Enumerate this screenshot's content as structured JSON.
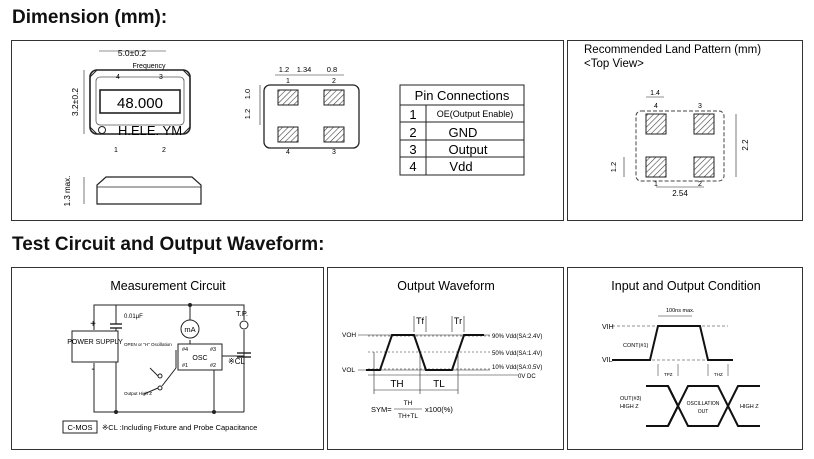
{
  "headings": {
    "dimension": "Dimension (mm):",
    "test": "Test Circuit and Output Waveform:"
  },
  "dimension_panel": {
    "package": {
      "width": "5.0±0.2",
      "height": "3.2±0.2",
      "frequency_label": "Frequency",
      "frequency": "48.000",
      "brand": "H.ELE. YM",
      "pin_top_left": "4",
      "pin_top_right": "3",
      "pin_bottom_left": "1",
      "pin_bottom_right": "2",
      "side_height": "1.3 max."
    },
    "bottom_view": {
      "pad_w": "1.2",
      "pitch": "1.34",
      "gap": "0.8",
      "pad_h": "1.0",
      "row_gap": "1.2",
      "pin_top_left": "1",
      "pin_top_right": "2",
      "pin_bottom_left": "4",
      "pin_bottom_right": "3"
    },
    "pin_table": {
      "title": "Pin Connections",
      "rows": [
        {
          "pin": "1",
          "name": "OE(Output Enable)"
        },
        {
          "pin": "2",
          "name": "GND"
        },
        {
          "pin": "3",
          "name": "Output"
        },
        {
          "pin": "4",
          "name": "Vdd"
        }
      ]
    }
  },
  "land_pattern": {
    "title": "Recommended Land Pattern (mm)",
    "subtitle": "<Top View>",
    "pad_w": "1.4",
    "height": "2.2",
    "pad_h": "1.2",
    "pitch": "2.54",
    "pin4": "4",
    "pin3": "3",
    "pin1": "1",
    "pin2": "2"
  },
  "measurement": {
    "title": "Measurement Circuit",
    "cap": "0.01μF",
    "meter": "mA",
    "tp": "T.P.",
    "supply": "POWER SUPPLY",
    "plus": "+",
    "minus": "-",
    "open_label": "OPEN or \"H\" Oscillation",
    "output_high": "Output High Z",
    "osc": "OSC",
    "p4": "#4",
    "p3": "#3",
    "p1": "#1",
    "p2": "#2",
    "cl": "※CL",
    "cmos": "C-MOS",
    "note": "※CL :Including Fixture and Probe Capacitance"
  },
  "waveform": {
    "title": "Output Waveform",
    "voh": "VOH",
    "vol": "VOL",
    "tf": "Tf",
    "tr": "Tr",
    "l90": "90% Vdd(SA:2.4V)",
    "l50": "50% Vdd(SA:1.4V)",
    "l10": "10% Vdd(SA:0.5V)",
    "l0": "0V DC",
    "th": "TH",
    "tl": "TL",
    "sym": "SYM=",
    "frac_num": "TH",
    "frac_den": "TH+TL",
    "times": "x100(%)"
  },
  "condition": {
    "title": "Input and Output Condition",
    "max": "100ns max.",
    "vih": "VIH",
    "cont": "CONT(#1)",
    "vil": "VIL",
    "tpz": "TPZ",
    "thz": "THZ",
    "out": "OUT(#3)",
    "highz_left": "HIGH Z",
    "osc1": "OSCILLATION",
    "osc2": "OUT",
    "highz_right": "HIGH Z"
  }
}
